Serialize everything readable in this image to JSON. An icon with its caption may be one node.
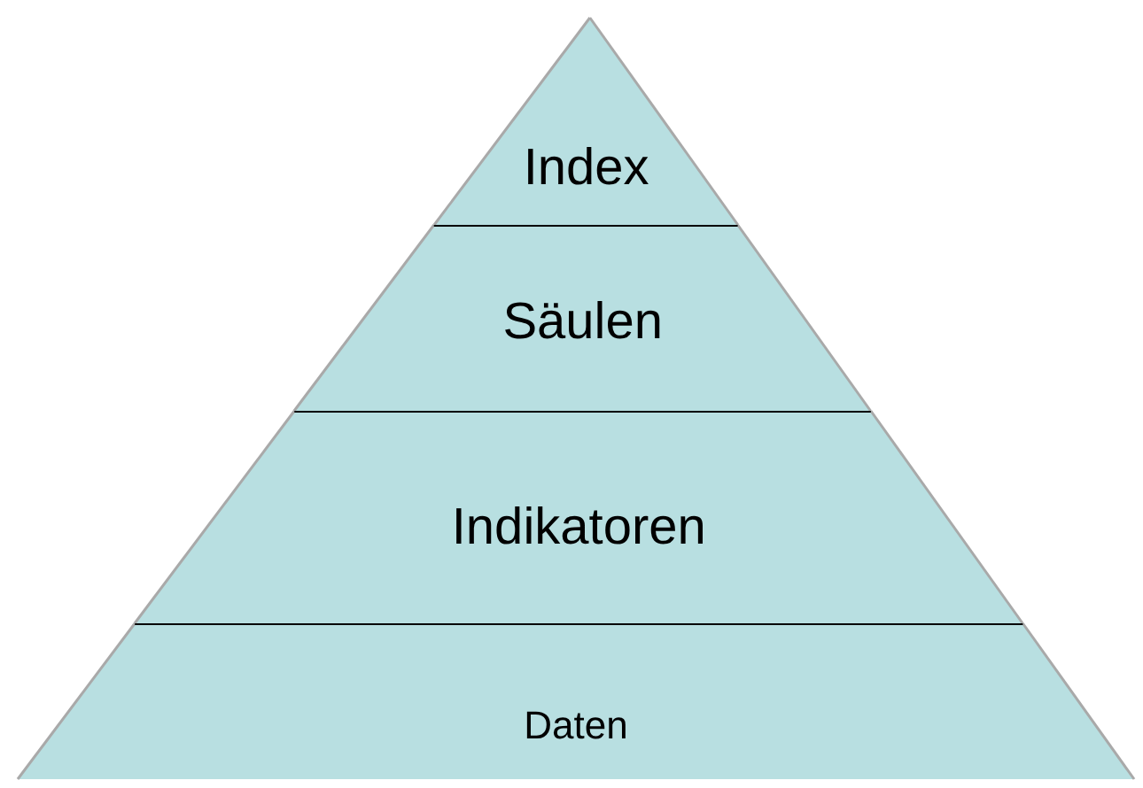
{
  "diagram": {
    "nodes": [
      {
        "text": [
          "Index"
        ]
      },
      {
        "text": [
          "Säulen"
        ]
      },
      {
        "text": [
          "Indikatoren"
        ]
      },
      {
        "text": [
          "Daten"
        ]
      }
    ]
  }
}
